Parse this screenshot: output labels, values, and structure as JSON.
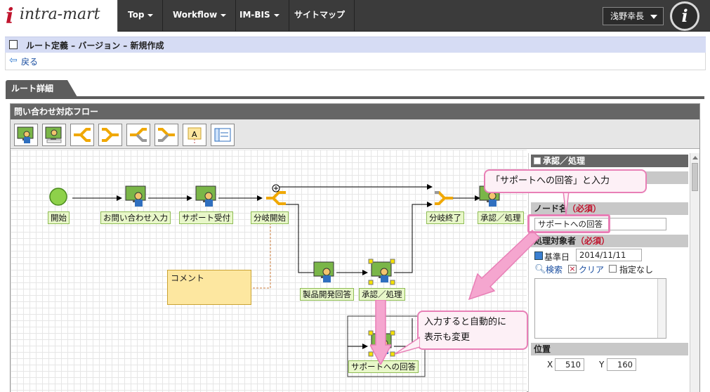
{
  "header": {
    "logo_text": "intra-mart",
    "logo_mark": "i",
    "nav": [
      {
        "label": "Top",
        "dropdown": true
      },
      {
        "label": "Workflow",
        "dropdown": true
      },
      {
        "label": "IM-BIS",
        "dropdown": true
      },
      {
        "label": "サイトマップ",
        "dropdown": false
      }
    ],
    "user_name": "浅野幸長",
    "brand_logo": "i"
  },
  "page": {
    "title": "ルート定義 – バージョン – 新規作成",
    "back_label": "戻る"
  },
  "tab": {
    "label": "ルート詳細"
  },
  "panel": {
    "title": "問い合わせ対応フロー"
  },
  "toolbar": {
    "tools": [
      "user-node-icon",
      "approve-node-icon",
      "branch-start-icon",
      "branch-end-icon",
      "branch-start-gray-icon",
      "branch-end-gray-icon",
      "comment-tool-icon",
      "container-tool-icon"
    ],
    "comment_tool_glyph": "A"
  },
  "flow": {
    "nodes": [
      {
        "label": "開始"
      },
      {
        "label": "お問い合わせ入力"
      },
      {
        "label": "サポート受付"
      },
      {
        "label": "分岐開始"
      },
      {
        "label": "分岐終了"
      },
      {
        "label": "承認／処理"
      },
      {
        "label": "製品開発回答"
      },
      {
        "label": "承認／処理"
      },
      {
        "label": "サポートへの回答"
      }
    ],
    "comment_text": "コメント"
  },
  "props": {
    "section_title": "承認／処理",
    "node_name_label": "ノード名",
    "required_mark": "（必須）",
    "node_name_value": "サポートへの回答",
    "target_label": "処理対象者",
    "base_date_label": "基準日",
    "base_date_value": "2014/11/11",
    "search_label": "検索",
    "clear_label": "クリア",
    "none_label": "指定なし",
    "position_label": "位置",
    "x_label": "X",
    "x_value": "510",
    "y_label": "Y",
    "y_value": "160"
  },
  "callouts": {
    "input_hint": "「サポートへの回答」と入力",
    "auto_hint_line1": "入力すると自動的に",
    "auto_hint_line2": "表示も変更"
  },
  "colors": {
    "accent": "#e87fb6",
    "node_label_bg": "#e8f7c9",
    "header_bg": "#3b3b3b"
  }
}
